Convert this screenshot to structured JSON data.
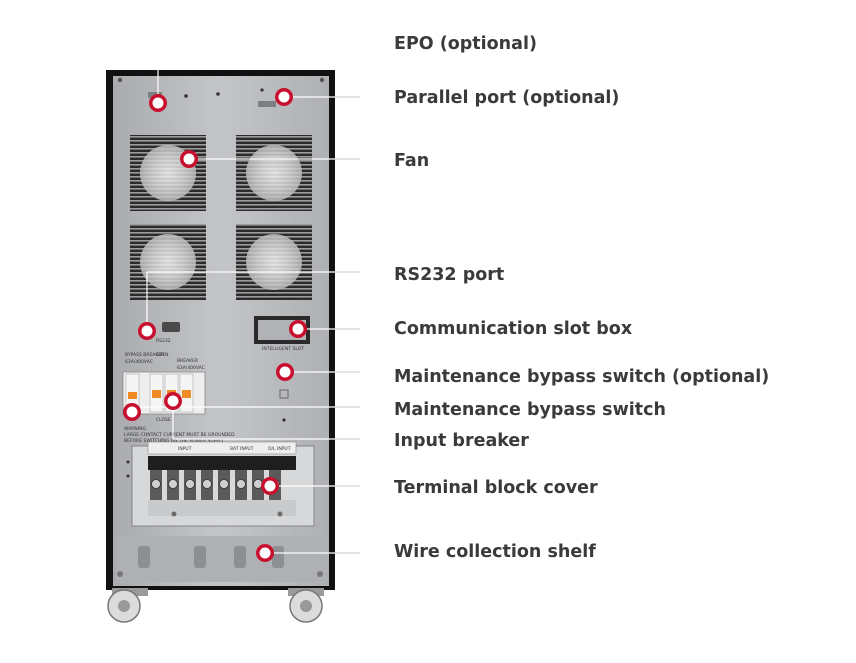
{
  "callouts": [
    {
      "id": "epo",
      "label": "EPO (optional)"
    },
    {
      "id": "parallel",
      "label": "Parallel port (optional)"
    },
    {
      "id": "fan",
      "label": "Fan"
    },
    {
      "id": "rs232",
      "label": "RS232 port"
    },
    {
      "id": "comm",
      "label": "Communication slot box"
    },
    {
      "id": "maint-opt",
      "label": "Maintenance bypass switch (optional)"
    },
    {
      "id": "maint",
      "label": "Maintenance bypass switch"
    },
    {
      "id": "input",
      "label": "Input breaker"
    },
    {
      "id": "terminal",
      "label": "Terminal block cover"
    },
    {
      "id": "wire",
      "label": "Wire collection shelf"
    }
  ],
  "panel_text": {
    "rs232": "RS232",
    "intelligent_slot": "INTELLIGENT SLOT",
    "bypass_breaker": "BYPASS BREAKER",
    "bypass_rating": "63A/400VAC",
    "open": "OPEN",
    "breaker": "BREAKER",
    "breaker_rating": "63A/400VAC",
    "close": "CLOSE",
    "warning": "WARNING",
    "warning_text_1": "LARGE CONTACT CURRENT MUST BE GROUNDED",
    "warning_text_2": "BEFORE SWITCHING ON THE POWER SUPPLY",
    "terminal_input": "INPUT",
    "terminal_bat": "BAT INPUT",
    "terminal_out": "O/L INPUT"
  },
  "colors": {
    "marker_red": "#c8102e",
    "label_text": "#3a3a3a",
    "chassis": "#111111",
    "panel": "#b9bbbe",
    "breaker_orange": "#f08a24"
  }
}
